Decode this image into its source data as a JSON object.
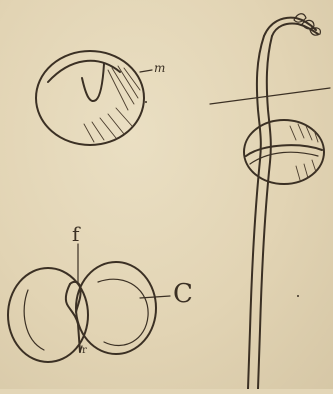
{
  "labels": {
    "seed_coat": "m",
    "stalk": "f",
    "cotyledon": "C",
    "radicle": "r"
  },
  "colors": {
    "paper": "#e3d6b7",
    "ink": "#3b3024"
  }
}
